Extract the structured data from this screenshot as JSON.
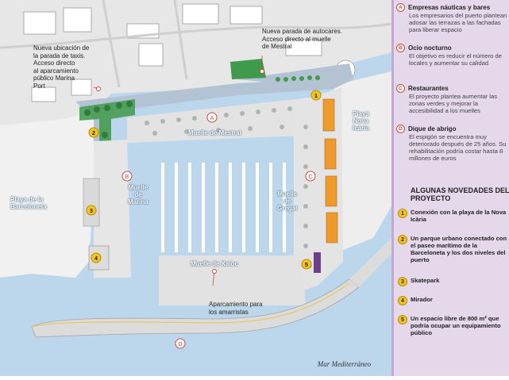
{
  "map": {
    "labels": {
      "taxi": "Nueva ubicación de\nla parada de taxis.\nAcceso directo\nal aparcamiento\npúblico Marina\nPort",
      "bus": "Nueva parada de autocares.\nAcceso directo al muelle\nde Mestral",
      "parking": "Aparcamiento para\nlos amarristas",
      "playa_barceloneta": "Playa de la\nBarceloneta",
      "playa_nova_icaria": "Playa\nNova\nIcària",
      "muelle_mestral": "Muelle de Mestral",
      "muelle_marina": "Muelle\nde\nMarina",
      "muelle_gregal": "Muelle\nde\nGregal",
      "muelle_xaloc": "Muelle de Xaloc",
      "sea": "Mar Mediterráneo"
    },
    "markers": {
      "letters": [
        "A",
        "B",
        "C",
        "D"
      ],
      "numbers": [
        "1",
        "2",
        "3",
        "4",
        "5"
      ]
    },
    "colors": {
      "water": "#bcd7ec",
      "land": "#e7e7e7",
      "promenade": "#b3c3d4",
      "green": "#3f9a4b",
      "building": "#ee9a2c",
      "marker_letter": "#d04a3a",
      "marker_number": "#f2c51f"
    }
  },
  "panel": {
    "sections": [
      {
        "letter": "A",
        "title": "Empresas náuticas y bares",
        "text": "Los empresarios del puerto plantean adosar las terrazas a las fachadas para liberar espacio"
      },
      {
        "letter": "B",
        "title": "Ocio nocturno",
        "text": "El objetivo es reducir el número de locales y aumentar su calidad"
      },
      {
        "letter": "C",
        "title": "Restaurantes",
        "text": "El proyecto plantea aumentar las zonas verdes y mejorar la accesibilidad a los muelles"
      },
      {
        "letter": "D",
        "title": "Dique de abrigo",
        "text": "El espigón se encuentra muy deteriorado después de 25 años. Su rehabilitación podría costar hasta 8 millones de euros"
      }
    ],
    "novelties_title": "ALGUNAS NOVEDADES DEL PROYECTO",
    "novelties": [
      {
        "num": "1",
        "text": "Conexión con la playa de la Nova Icària"
      },
      {
        "num": "2",
        "text": "Un parque urbano conectado con el paseo marítimo de la Barceloneta y los dos niveles del puerto"
      },
      {
        "num": "3",
        "text": "Skatepark"
      },
      {
        "num": "4",
        "text": "Mirador"
      },
      {
        "num": "5",
        "text": "Un espacio libre de 800 m² que podría ocupar un equipamiento público"
      }
    ],
    "colors": {
      "background": "#e4d8ea",
      "border": "#c3a9cf"
    }
  }
}
